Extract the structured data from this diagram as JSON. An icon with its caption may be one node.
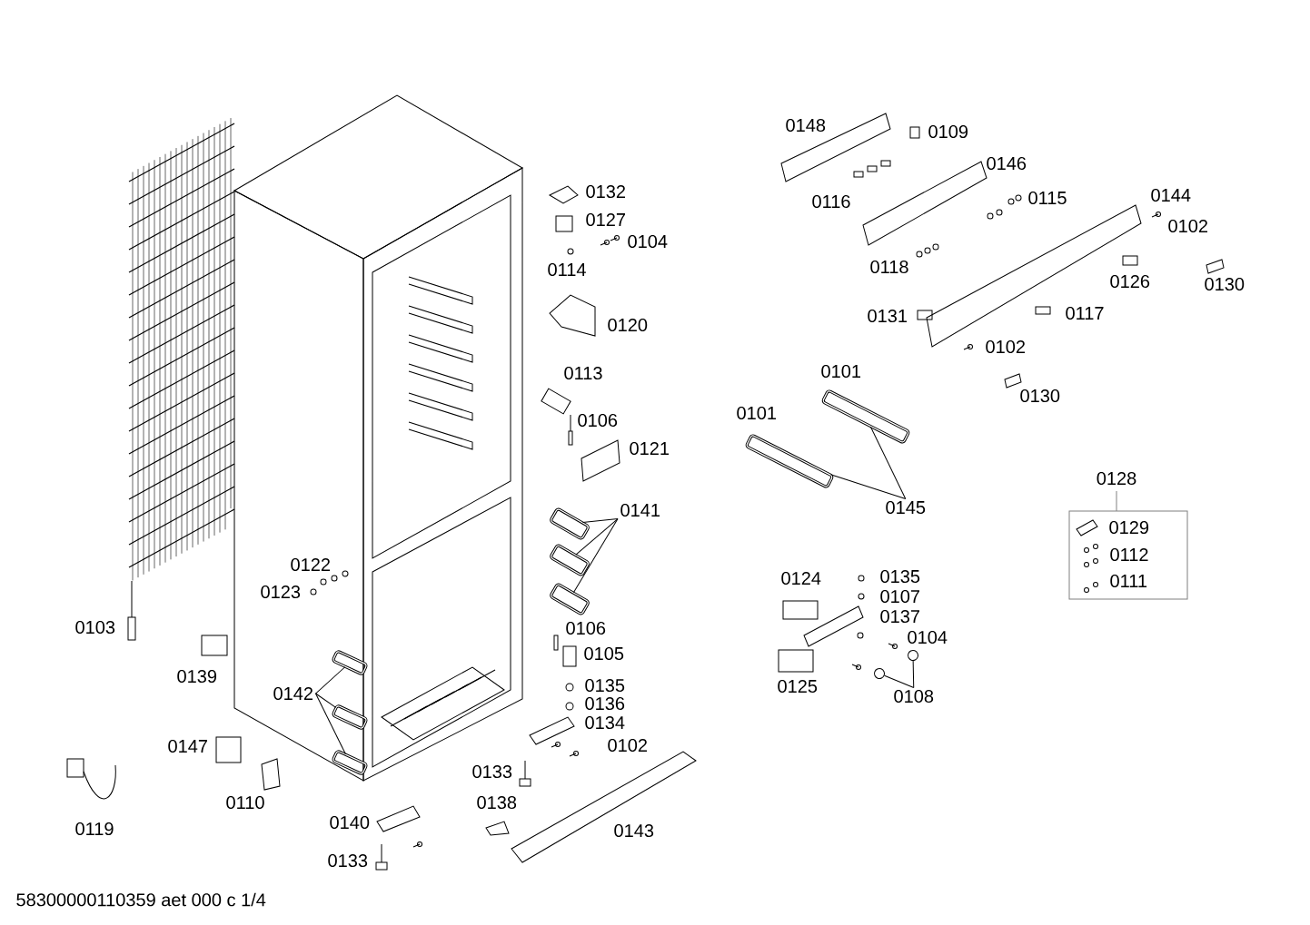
{
  "diagram": {
    "nodes": [
      {
        "text": [
          "0141"
        ]
      },
      {
        "text": [],
        "shape": "picture"
      },
      {
        "text": [],
        "shape": "picture"
      },
      {
        "text": [],
        "shape": "picture"
      },
      {
        "text": [
          "0142"
        ]
      },
      {
        "text": [],
        "shape": "picture"
      },
      {
        "text": [],
        "shape": "picture"
      },
      {
        "text": [],
        "shape": "picture"
      },
      {
        "text": [
          "0145"
        ]
      },
      {
        "text": [],
        "shape": "picture"
      },
      {
        "text": [],
        "shape": "picture"
      },
      {
        "text": [
          "0108"
        ]
      },
      {
        "text": [],
        "shape": "circle"
      },
      {
        "text": [],
        "shape": "circle"
      },
      {
        "text": [
          "0128"
        ]
      }
    ],
    "edges": [
      {
        "from": 0,
        "to": 1,
        "arrow": "none"
      },
      {
        "from": 0,
        "to": 2,
        "arrow": "none"
      },
      {
        "from": 0,
        "to": 3,
        "arrow": "none"
      },
      {
        "from": 4,
        "to": 5,
        "arrow": "none"
      },
      {
        "from": 4,
        "to": 6,
        "arrow": "none"
      },
      {
        "from": 4,
        "to": 7,
        "arrow": "none"
      },
      {
        "from": 8,
        "to": 9,
        "arrow": "none"
      },
      {
        "from": 8,
        "to": 10,
        "arrow": "none"
      },
      {
        "from": 11,
        "to": 12,
        "arrow": "none"
      },
      {
        "from": 11,
        "to": 13,
        "arrow": "none"
      }
    ],
    "labels": [
      "0148",
      "0109",
      "0146",
      "0132",
      "0115",
      "0116",
      "0144",
      "0127",
      "0102",
      "0104",
      "0118",
      "0114",
      "0126",
      "0130",
      "0131",
      "0117",
      "0120",
      "0102",
      "0113",
      "0101",
      "0130",
      "0106",
      "0101",
      "0121",
      "0129",
      "0112",
      "0122",
      "0135",
      "0124",
      "0111",
      "0123",
      "0107",
      "0137",
      "0103",
      "0106",
      "0104",
      "0105",
      "0139",
      "0135",
      "0125",
      "0136",
      "0134",
      "0102",
      "0147",
      "0133",
      "0110",
      "0138",
      "0140",
      "0119",
      "0143",
      "0133",
      "58300000110359 aet 000 c 1/4"
    ]
  }
}
